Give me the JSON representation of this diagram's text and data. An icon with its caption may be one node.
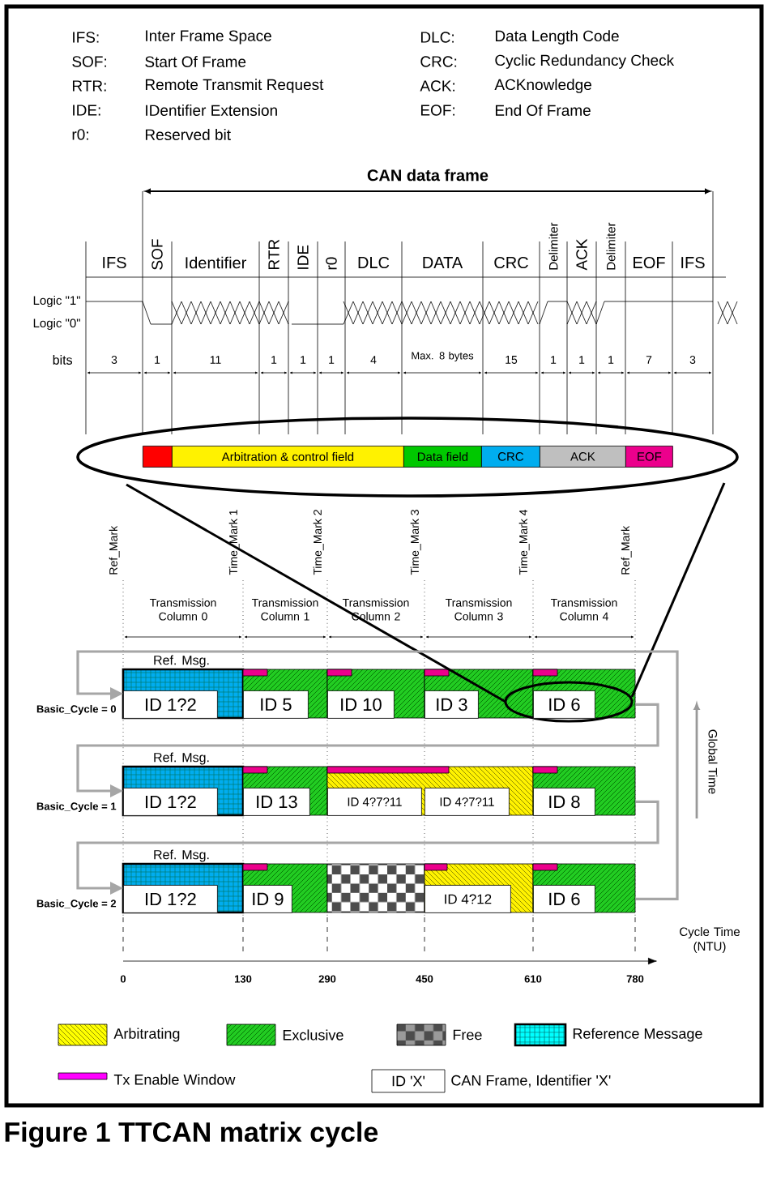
{
  "diagram": {
    "caption": "Figure 1 TTCAN matrix cycle",
    "nodes": [
      {
        "text": [],
        "shape": "box"
      },
      {
        "text": [
          "Arbitration & control field"
        ]
      },
      {
        "text": [
          "Data field"
        ]
      },
      {
        "text": [
          "CRC"
        ]
      },
      {
        "text": [
          "ACK"
        ]
      },
      {
        "text": [
          "EOF"
        ]
      },
      {
        "text": [
          "ID 1?2"
        ]
      },
      {
        "text": [
          "ID 5"
        ]
      },
      {
        "text": [
          "ID 10"
        ]
      },
      {
        "text": [
          "ID 3"
        ]
      },
      {
        "text": [
          "ID 6"
        ]
      },
      {
        "text": [
          "ID 1?2"
        ]
      },
      {
        "text": [
          "ID 13"
        ]
      },
      {
        "text": [
          "ID 4?7?11"
        ]
      },
      {
        "text": [
          "ID 4?7?11"
        ]
      },
      {
        "text": [
          "ID 8"
        ]
      },
      {
        "text": [
          "ID 1?2"
        ]
      },
      {
        "text": [
          "ID 9"
        ]
      },
      {
        "text": [
          "ID 4?12"
        ]
      },
      {
        "text": [
          "ID 6"
        ]
      }
    ],
    "edges": [
      {
        "from": 10,
        "to": 11,
        "arrow": "to"
      },
      {
        "from": 15,
        "to": 16,
        "arrow": "to"
      },
      {
        "from": 19,
        "to": 6,
        "arrow": "to"
      }
    ],
    "labels": [
      "IFS:",
      "Inter Frame Space",
      "DLC:",
      "Data Length Code",
      "SOF:",
      "Start Of Frame",
      "CRC:",
      "Cyclic Redundancy Check",
      "RTR:",
      "Remote Transmit Request",
      "ACK:",
      "ACKnowledge",
      "IDE:",
      "IDentifier Extension",
      "EOF:",
      "End Of Frame",
      "r0:",
      "Reserved bit",
      "CAN data frame",
      "IFS",
      "SOF",
      "Identifier",
      "RTR",
      "IDE",
      "r0",
      "DLC",
      "DATA",
      "CRC",
      "Delimiter",
      "ACK",
      "Delimiter",
      "EOF",
      "IFS",
      "Logic \"1\"",
      "Logic \"0\"",
      "bits",
      "3",
      "1",
      "11",
      "1",
      "1",
      "1",
      "4",
      "Max. 8 bytes",
      "15",
      "1",
      "1",
      "1",
      "7",
      "3",
      "Ref_Mark",
      "Time_Mark 1",
      "Time_Mark 2",
      "Time_Mark 3",
      "Time_Mark 4",
      "Ref_Mark",
      "Transmission Column 0",
      "Transmission Column 1",
      "Transmission Column 2",
      "Transmission Column 3",
      "Transmission Column 4",
      "Ref. Msg.",
      "Basic_Cycle = 0",
      "Ref. Msg.",
      "Basic_Cycle = 1",
      "Ref. Msg.",
      "Basic_Cycle = 2",
      "Global Time",
      "Cycle Time (NTU)",
      "0",
      "130",
      "290",
      "450",
      "610",
      "780",
      "ID 'X'"
    ],
    "legend": [
      {
        "text": "Arbitrating",
        "color": "#ffff00"
      },
      {
        "text": "Exclusive",
        "color": "#22cc22"
      },
      {
        "text": "Free",
        "color": "#9a9a9a"
      },
      {
        "text": "Reference Message",
        "color": "#00ffff"
      },
      {
        "text": "Tx Enable Window",
        "color": "#ff00ff"
      },
      {
        "text": "CAN Frame, Identifier 'X'"
      }
    ]
  }
}
